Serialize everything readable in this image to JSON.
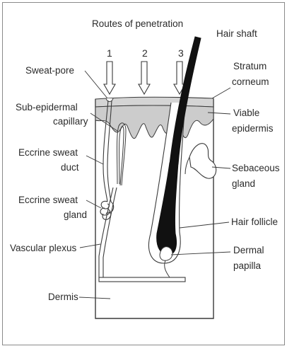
{
  "title": "Routes of penetration",
  "routes": [
    "1",
    "2",
    "3"
  ],
  "labels": {
    "hair_shaft": "Hair shaft",
    "stratum_corneum": [
      "Stratum",
      "corneum"
    ],
    "sweat_pore": "Sweat-pore",
    "sub_epidermal_capillary": [
      "Sub-epidermal",
      "capillary"
    ],
    "viable_epidermis": [
      "Viable",
      "epidermis"
    ],
    "eccrine_sweat_duct": [
      "Eccrine sweat",
      "duct"
    ],
    "sebaceous_gland": [
      "Sebaceous",
      "gland"
    ],
    "eccrine_sweat_gland": [
      "Eccrine sweat",
      "gland"
    ],
    "hair_follicle": "Hair follicle",
    "vascular_plexus": "Vascular plexus",
    "dermal_papilla": [
      "Dermal",
      "papilla"
    ],
    "dermis": "Dermis"
  },
  "colors": {
    "line": "#3a3a3a",
    "hair": "#111111",
    "stratum_fill": "#d2d2d2",
    "epidermis_fill": "#c8c8c8"
  }
}
